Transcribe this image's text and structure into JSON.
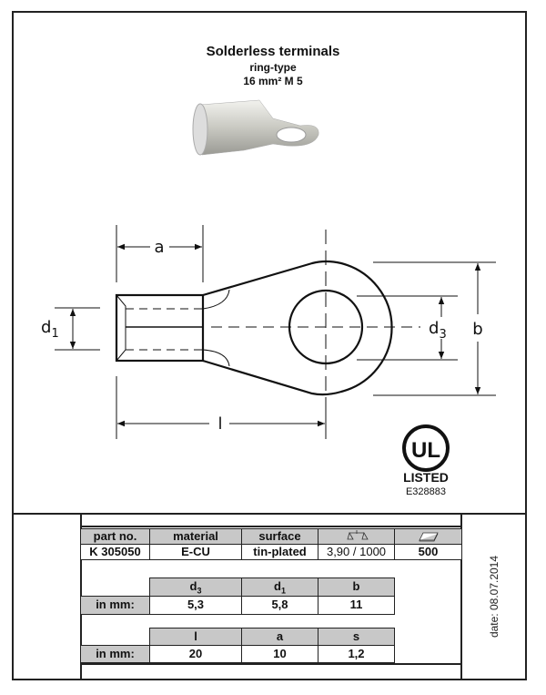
{
  "header": {
    "title": "Solderless terminals",
    "subtitle": "ring-type",
    "size": "16 mm²  M 5"
  },
  "drawing": {
    "labels": {
      "a": "a",
      "l": "l",
      "d1": "d",
      "d1_sub": "1",
      "d3": "d",
      "d3_sub": "3",
      "b": "b"
    }
  },
  "certification": {
    "mark": "UL",
    "listed": "LISTED",
    "file_no": "E328883"
  },
  "spec_table": {
    "headers": [
      "part no.",
      "material",
      "surface",
      "weight-icon",
      "package-icon"
    ],
    "values": [
      "K 305050",
      "E-CU",
      "tin-plated",
      "3,90 / 1000",
      "500"
    ]
  },
  "dims1": {
    "headers": [
      "d",
      "d",
      "b"
    ],
    "subs": [
      "3",
      "1",
      ""
    ],
    "row_label": "in mm:",
    "values": [
      "5,3",
      "5,8",
      "11"
    ]
  },
  "dims2": {
    "headers": [
      "l",
      "a",
      "s"
    ],
    "row_label": "in mm:",
    "values": [
      "20",
      "10",
      "1,2"
    ]
  },
  "date": "date: 08.07.2014",
  "colors": {
    "header_bg": "#c8c8c8",
    "line": "#222222"
  }
}
